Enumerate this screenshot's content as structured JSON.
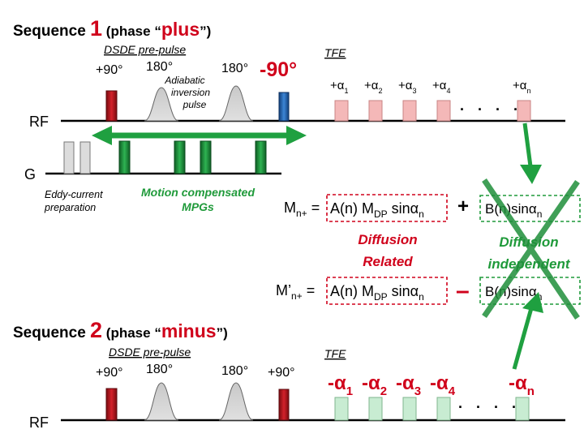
{
  "seq1": {
    "title_pre": "Sequence ",
    "title_num": "1",
    "title_mid": " (phase “",
    "title_phase": "plus",
    "title_post": "”)",
    "dsde_label": "DSDE pre-pulse",
    "pulse_90": "+90°",
    "pulse_180a": "180°",
    "pulse_180b": "180°",
    "pulse_neg90": "-90°",
    "adiabatic_1": "Adiabatic",
    "adiabatic_2": "inversion",
    "adiabatic_3": "pulse",
    "tfe_label": "TFE",
    "alpha_labels": [
      "+α",
      "+α",
      "+α",
      "+α",
      "+α"
    ],
    "alpha_subs": [
      "1",
      "2",
      "3",
      "4",
      "n"
    ],
    "dots": ". . . .",
    "rf_label": "RF",
    "g_label": "G",
    "eddy_1": "Eddy-current",
    "eddy_2": "preparation",
    "mpg_1": "Motion compensated",
    "mpg_2": "MPGs"
  },
  "equations": {
    "eq1_lhs_m": "M",
    "eq1_lhs_sub": "n+",
    "eq1_eq": " =",
    "eq2_lhs_m": "M’",
    "eq2_lhs_sub": "n+",
    "eq2_eq": " =",
    "term_a_1": "A(n) M",
    "term_a_sub": "DP",
    "term_a_2": " sinα",
    "term_a_sub2": "n",
    "term_b": "B(n)sinα",
    "term_b_sub": "n",
    "plus": "+",
    "minus": "–",
    "diff_related_1": "Diffusion",
    "diff_related_2": "Related",
    "diff_indep_1": "Diffusion",
    "diff_indep_2": "independent"
  },
  "seq2": {
    "title_pre": "Sequence ",
    "title_num": "2",
    "title_mid": " (phase “",
    "title_phase": "minus",
    "title_post": "”)",
    "dsde_label": "DSDE pre-pulse",
    "pulse_90a": "+90°",
    "pulse_180a": "180°",
    "pulse_180b": "180°",
    "pulse_90b": "+90°",
    "tfe_label": "TFE",
    "alpha_labels": [
      "-α",
      "-α",
      "-α",
      "-α",
      "-α"
    ],
    "alpha_subs": [
      "1",
      "2",
      "3",
      "4",
      "n"
    ],
    "dots": ". . . .",
    "rf_label": "RF"
  },
  "colors": {
    "red_accent": "#d0021b",
    "green_accent": "#1f9a3a",
    "pulse_red": "#b3121b",
    "pulse_blue": "#1f5fb0",
    "gradient_green": "#1f8f3a",
    "pink_block": "#f4b8b8",
    "mint_block": "#c8ecd2",
    "gray_block": "#d9d9d9"
  }
}
